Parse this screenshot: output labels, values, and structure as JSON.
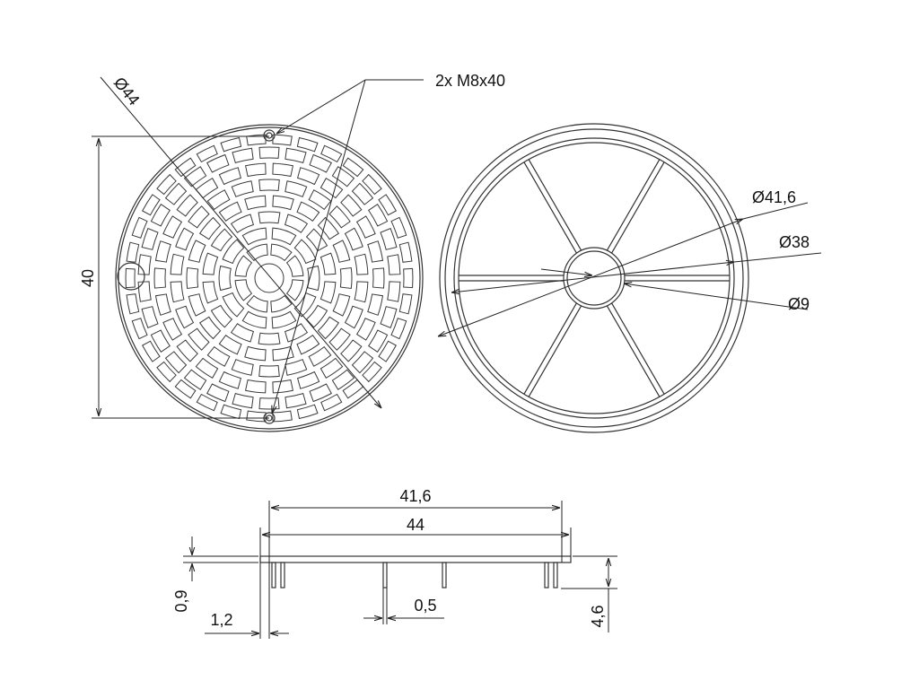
{
  "drawing": {
    "callout_bolts": "2x M8x40",
    "top_view": {
      "diameter_label": "Ø44",
      "height_label": "40"
    },
    "bottom_view": {
      "outer_diameter_label": "Ø41,6",
      "inner_diameter_label": "Ø38",
      "hub_diameter_label": "Ø9"
    },
    "side_view": {
      "width_inner_label": "41,6",
      "width_outer_label": "44",
      "lid_thickness_label": "0,9",
      "rim_offset_label": "1,2",
      "rib_thickness_label": "0,5",
      "total_height_label": "4,6"
    },
    "colors": {
      "line": "#333333",
      "text": "#111111",
      "background": "#ffffff"
    }
  }
}
